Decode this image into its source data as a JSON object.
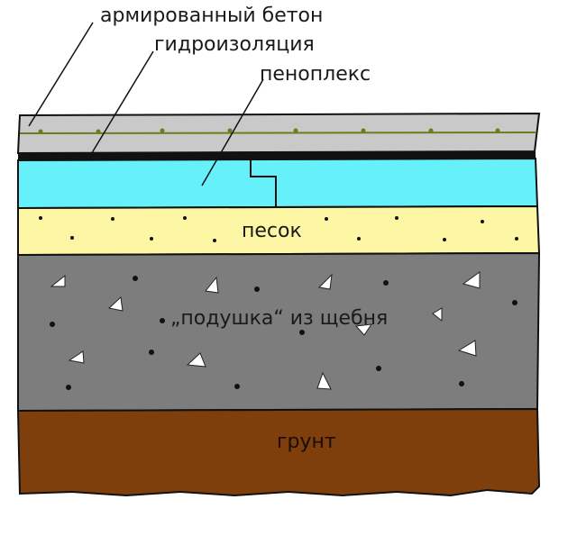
{
  "labels": {
    "concrete": "армированный бетон",
    "waterproofing": "гидроизоляция",
    "foam": "пеноплекс",
    "sand": "песок",
    "gravel": "„подушка“ из щебня",
    "soil": "грунт"
  },
  "colors": {
    "concrete": "#c9c9c9",
    "waterproofing": "#111111",
    "foam": "#66f0fa",
    "sand": "#fdf6a4",
    "gravel": "#7d7d7d",
    "soil": "#7e3f0c",
    "outline": "#111111",
    "rebar": "#6b7d1f"
  }
}
